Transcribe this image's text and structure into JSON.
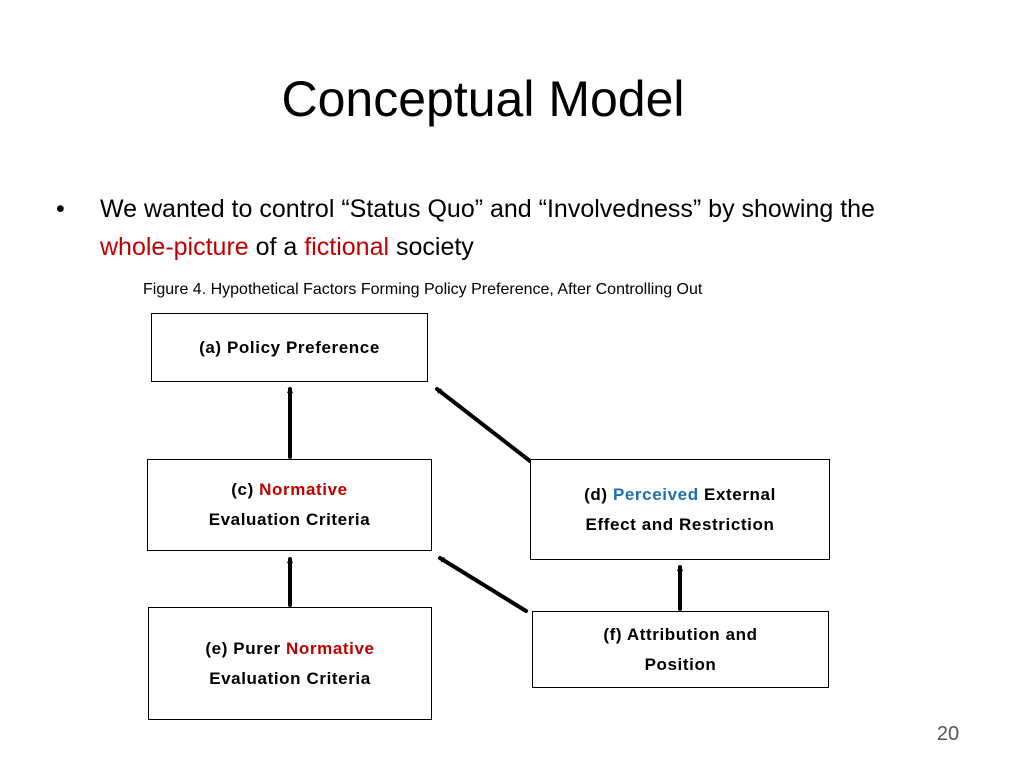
{
  "slide": {
    "title": "Conceptual Model",
    "bullet": {
      "marker": "•",
      "text_1": "We wanted to control “Status Quo” and “Involvedness” by showing the ",
      "highlight_1": "whole-picture",
      "text_2": " of a ",
      "highlight_2": "fictional",
      "text_3": " society"
    },
    "caption": "Figure 4. Hypothetical Factors Forming Policy Preference, After Controlling Out",
    "page_number": "20"
  },
  "diagram": {
    "boxes": {
      "a": {
        "line1": "(a)  Policy Preference"
      },
      "c": {
        "prefix": "(c)  ",
        "highlight": "Normative",
        "line2": "Evaluation Criteria"
      },
      "d": {
        "prefix": "(d)  ",
        "highlight": "Perceived",
        "suffix": " External",
        "line2": "Effect and Restriction"
      },
      "e": {
        "prefix": "(e)  Purer ",
        "highlight": "Normative",
        "line2": "Evaluation Criteria"
      },
      "f": {
        "line1": "(f)  Attribution and",
        "line2": "Position"
      }
    },
    "colors": {
      "highlight_red": "#c00000",
      "highlight_blue": "#1f6fb2",
      "line": "#000000"
    }
  }
}
